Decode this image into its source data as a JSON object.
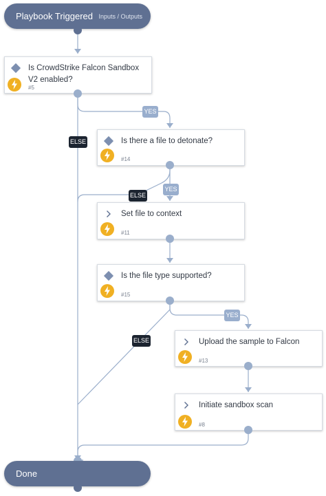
{
  "start": {
    "title": "Playbook Triggered",
    "io_link": "Inputs / Outputs"
  },
  "end": {
    "title": "Done"
  },
  "tasks": [
    {
      "type": "condition",
      "title": "Is CrowdStrike Falcon Sandbox V2 enabled?",
      "id": "#5"
    },
    {
      "type": "condition",
      "title": "Is there a file to detonate?",
      "id": "#14"
    },
    {
      "type": "regular",
      "title": "Set file to context",
      "id": "#11"
    },
    {
      "type": "condition",
      "title": "Is the file type supported?",
      "id": "#15"
    },
    {
      "type": "regular",
      "title": "Upload the sample to Falcon",
      "id": "#13"
    },
    {
      "type": "regular",
      "title": "Initiate sandbox scan",
      "id": "#8"
    }
  ],
  "labels": {
    "yes": "YES",
    "else": "ELSE"
  },
  "colors": {
    "pill": "#5f7092",
    "wire": "#9aaecb",
    "yes_tag": "#99aecd",
    "else_tag": "#1c2430",
    "bolt": "#f0b023",
    "condition_icon": "#7d8fb0",
    "chevron_icon": "#5f7092"
  }
}
